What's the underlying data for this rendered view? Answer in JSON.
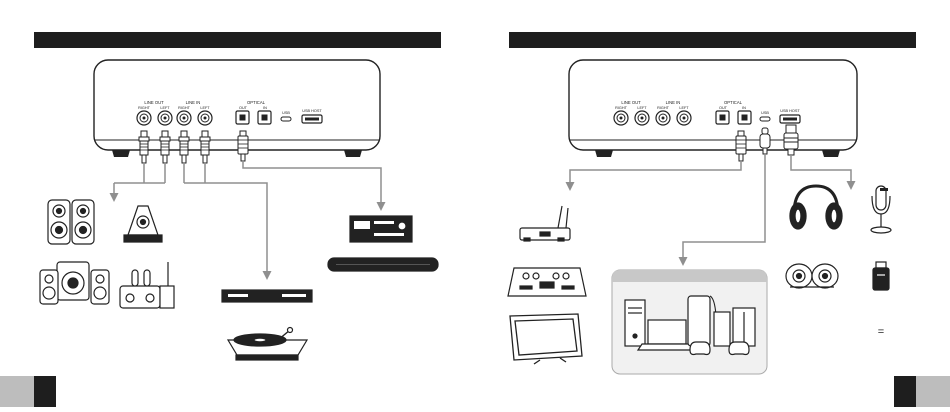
{
  "left_page": {
    "header_title": "",
    "page_number": "",
    "device_panel": {
      "line_out_label": "LINE OUT",
      "line_in_label": "LINE IN",
      "right_label": "RIGHT",
      "left_label": "LEFT",
      "optical_label": "OPTICAL",
      "optical_out_label": "OUT",
      "optical_in_label": "IN",
      "usb_label": "USB",
      "usb_host_label": "USB HOST"
    },
    "devices": [
      "desktop-speakers-icon",
      "powered-speaker-icon",
      "speaker-system-with-subwoofer-icon",
      "tube-amplifier-icon",
      "av-receiver-icon",
      "soundbar-icon",
      "blu-ray-player-icon",
      "turntable-icon"
    ]
  },
  "right_page": {
    "header_title": "",
    "page_number": "",
    "device_panel": {
      "line_out_label": "LINE OUT",
      "line_in_label": "LINE IN",
      "right_label": "RIGHT",
      "left_label": "LEFT",
      "optical_label": "OPTICAL",
      "optical_out_label": "OUT",
      "optical_in_label": "IN",
      "usb_label": "USB",
      "usb_host_label": "USB HOST"
    },
    "devices": [
      "wireless-transmitter-icon",
      "audio-mixer-icon",
      "television-icon",
      "computer-and-consoles-group-icon",
      "headphones-icon",
      "compact-speakers-icon",
      "usb-microphone-icon",
      "usb-dongle-icon"
    ],
    "equals_sign": "="
  },
  "colors": {
    "header_bar": "#1e1e1e",
    "line": "#222222",
    "arrow_line": "#8f8f8f",
    "group_box_fill": "#f1f1f1",
    "group_box_header": "#c8c8c8",
    "page_tab_dark": "#1e1e1e",
    "page_tab_light": "#bdbdbd"
  }
}
